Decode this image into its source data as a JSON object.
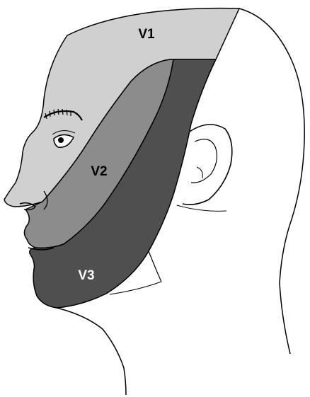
{
  "labels": {
    "v1": "V1",
    "v2": "V2",
    "v3": "V3"
  },
  "colors": {
    "v1_fill": "#d0d0d0",
    "v2_fill": "#8c8c8c",
    "v3_fill": "#4f4f4f",
    "outline": "#000000",
    "v1_label": "#000000",
    "v2_label": "#000000",
    "v3_label": "#ffffff"
  }
}
